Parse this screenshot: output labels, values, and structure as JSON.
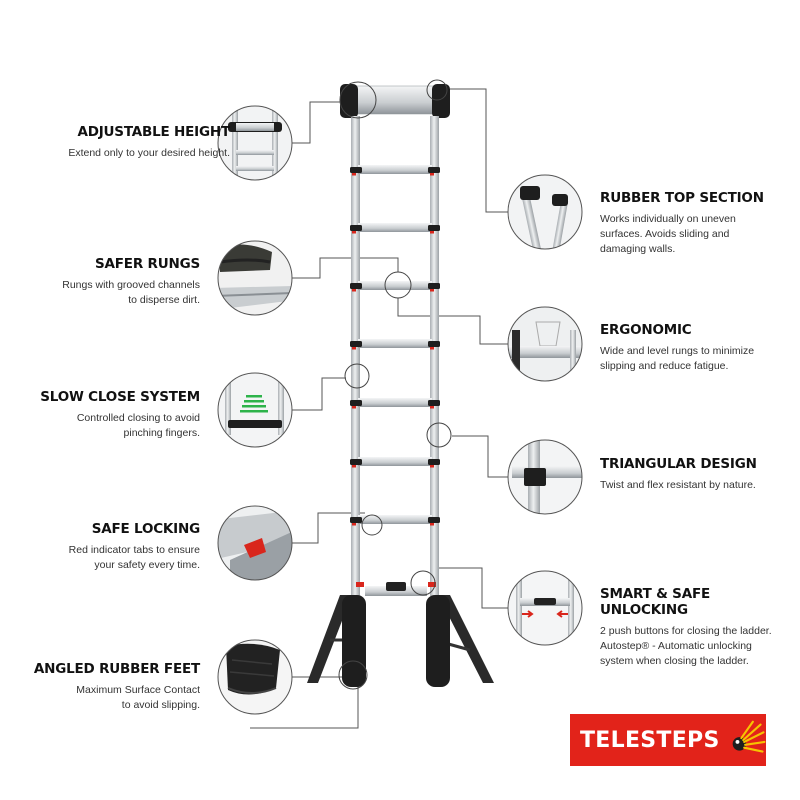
{
  "features_left": [
    {
      "title": "ADJUSTABLE HEIGHT",
      "desc": [
        "Extend only to your desired height."
      ]
    },
    {
      "title": "SAFER RUNGS",
      "desc": [
        "Rungs with grooved channels",
        "to disperse dirt."
      ]
    },
    {
      "title": "SLOW CLOSE SYSTEM",
      "desc": [
        "Controlled closing to avoid",
        "pinching fingers."
      ]
    },
    {
      "title": "SAFE LOCKING",
      "desc": [
        "Red indicator tabs to ensure",
        "your safety every time."
      ]
    },
    {
      "title": "ANGLED RUBBER FEET",
      "desc": [
        "Maximum Surface Contact",
        "to avoid slipping."
      ]
    }
  ],
  "features_right": [
    {
      "title": "RUBBER TOP SECTION",
      "desc": [
        "Works individually on uneven",
        "surfaces. Avoids sliding and",
        "damaging walls."
      ]
    },
    {
      "title": "ERGONOMIC",
      "desc": [
        "Wide and level rungs to minimize",
        "slipping and reduce fatigue."
      ]
    },
    {
      "title": "TRIANGULAR DESIGN",
      "desc": [
        "Twist and flex resistant by nature."
      ]
    },
    {
      "title": "SMART & SAFE UNLOCKING",
      "desc": [
        "2 push buttons for closing the ladder.",
        "Autostep® - Automatic unlocking",
        "system when closing the ladder."
      ]
    }
  ],
  "brand": {
    "name": "TELESTEPS",
    "color": "#e2231a"
  },
  "colors": {
    "rail": "#cfd3d6",
    "rail_shadow": "#9aa0a5",
    "rubber": "#1e1e1e",
    "indicator": "#d9261c",
    "slow_close_green": "#2db34a"
  },
  "icons": [
    "ladder-top-icon",
    "boot-on-rung-icon",
    "slow-close-arrows-icon",
    "red-lock-tab-icon",
    "rubber-foot-icon",
    "rubber-cap-icon",
    "wide-rung-icon",
    "triangular-rail-icon",
    "push-button-icon"
  ]
}
